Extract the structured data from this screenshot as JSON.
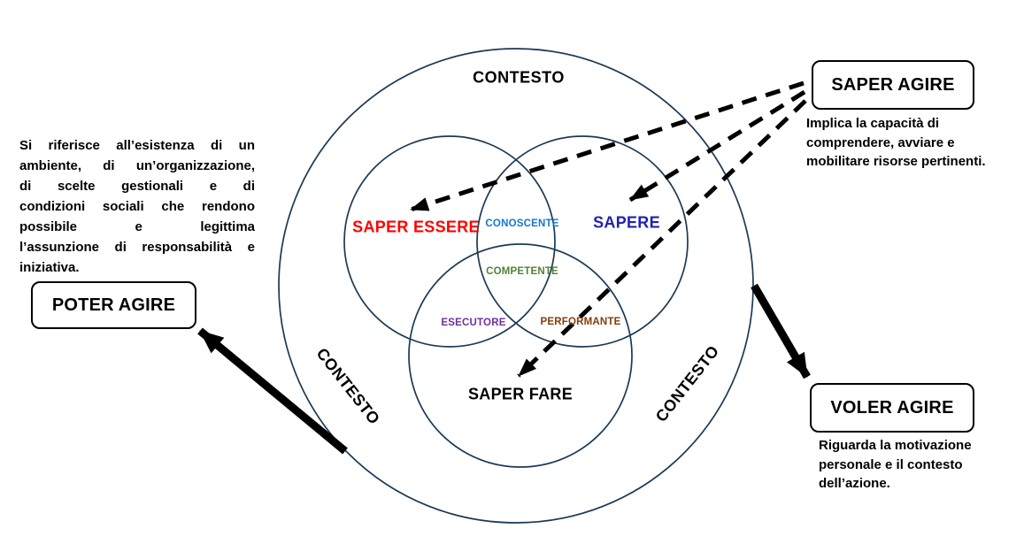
{
  "colors": {
    "circle_stroke": "#1b3a55",
    "arrow": "#000000",
    "saper_essere": "#ff0000",
    "sapere": "#2222b2",
    "conoscente": "#1178d4",
    "competente": "#538135",
    "esecutore": "#7030a0",
    "performante": "#843c0c"
  },
  "diagram": {
    "contesto_top": "CONTESTO",
    "contesto_left": "CONTESTO",
    "contesto_right": "CONTESTO",
    "saper_essere": "SAPER ESSERE",
    "sapere": "SAPERE",
    "saper_fare": "SAPER FARE",
    "conoscente": "CONOSCENTE",
    "competente": "COMPETENTE",
    "esecutore": "ESECUTORE",
    "performante": "PERFORMANTE"
  },
  "poter_agire": {
    "label": "POTER AGIRE",
    "note_lines": [
      "Si riferisce all’esistenza di un",
      "ambiente, di un’organizzazione,",
      "di scelte gestionali e di",
      "condizioni sociali che rendono",
      "possibile e legittima",
      "l’assunzione di responsabilità e",
      "iniziativa."
    ]
  },
  "saper_agire": {
    "label": "SAPER AGIRE",
    "note_lines": [
      "Implica la capacità di",
      "comprendere, avviare e",
      "mobilitare risorse pertinenti."
    ]
  },
  "voler_agire": {
    "label": "VOLER AGIRE",
    "note_lines": [
      "Riguarda la motivazione",
      "personale e il contesto",
      "dell’azione."
    ]
  }
}
